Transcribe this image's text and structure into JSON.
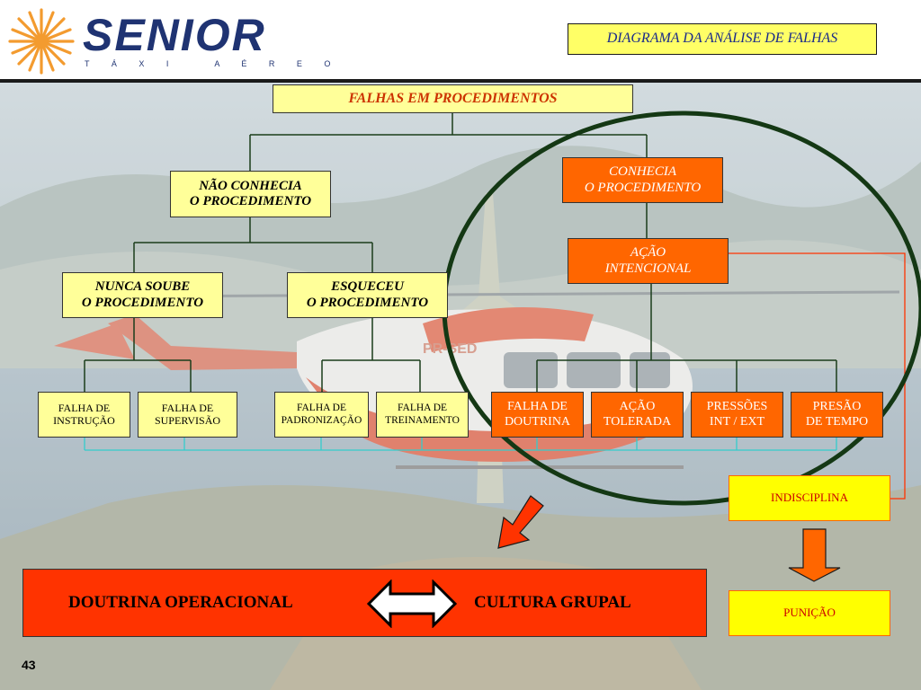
{
  "logo": {
    "brand": "SENIOR",
    "tagline": "T Á X I   A É R E O"
  },
  "slide_title": "DIAGRAMA DA ANÁLISE DE FALHAS",
  "nodes": {
    "root": "FALHAS EM PROCEDIMENTOS",
    "nao_conhecia": "NÃO CONHECIA\nO PROCEDIMENTO",
    "conhecia": "CONHECIA\nO PROCEDIMENTO",
    "acao_intencional": "AÇÃO\nINTENCIONAL",
    "nunca_soube": "NUNCA SOUBE\nO PROCEDIMENTO",
    "esqueceu": "ESQUECEU\nO PROCEDIMENTO",
    "falha_instrucao": "FALHA DE\nINSTRUÇÃO",
    "falha_supervisao": "FALHA DE\nSUPERVISÃO",
    "falha_padronizacao": "FALHA DE\nPADRONIZAÇÃO",
    "falha_treinamento": "FALHA DE\nTREINAMENTO",
    "falha_doutrina": "FALHA DE\nDOUTRINA",
    "acao_tolerada": "AÇÃO\nTOLERADA",
    "pressoes": "PRESSÕES\nINT / EXT",
    "presao_tempo": "PRESÃO\nDE TEMPO",
    "indisciplina": "INDISCIPLINA",
    "punicao": "PUNIÇÃO"
  },
  "banner": {
    "left": "DOUTRINA OPERACIONAL",
    "right": "CULTURA GRUPAL"
  },
  "photo_watermark": "PR-SED",
  "page_number": "43",
  "colors": {
    "yellow_box": "#ffff99",
    "orange_box": "#ff6600",
    "banner_red": "#ff3300",
    "circle": "#143814",
    "connector": "#1a3d1a",
    "cyan_line": "#33cccc",
    "red_line": "#ff3300"
  }
}
